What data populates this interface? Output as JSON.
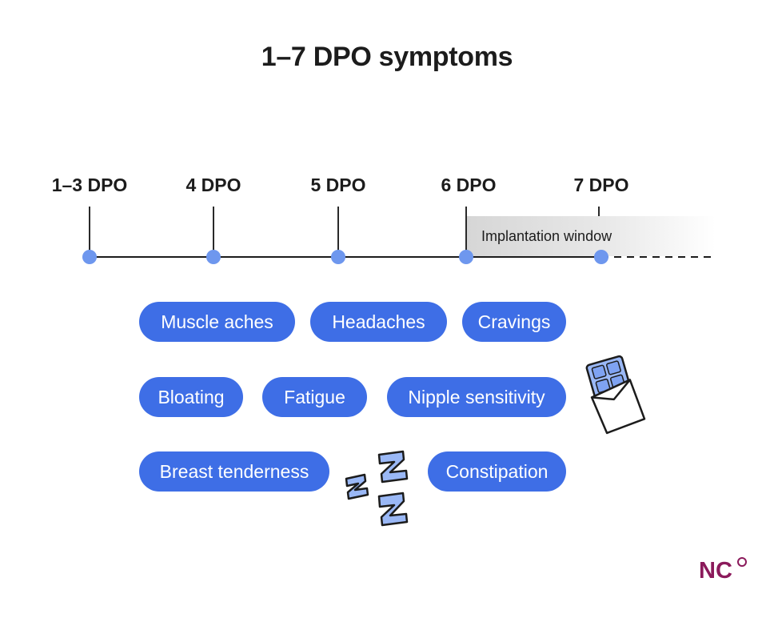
{
  "title": "1–7 DPO symptoms",
  "timeline": {
    "days": [
      "1–3 DPO",
      "4 DPO",
      "5 DPO",
      "6 DPO",
      "7 DPO"
    ],
    "window_label": "Implantation window"
  },
  "symptoms": [
    "Muscle aches",
    "Headaches",
    "Cravings",
    "Bloating",
    "Fatigue",
    "Nipple sensitivity",
    "Breast tenderness",
    "Constipation"
  ],
  "icons": [
    "chocolate-bar-icon",
    "sleep-zzz-icon"
  ],
  "logo": {
    "text": "NC"
  },
  "colors": {
    "pill": "#3e6ee6",
    "dot": "#6e97ee",
    "icon_fill": "#9ab8f6",
    "logo": "#8b1a5b"
  }
}
